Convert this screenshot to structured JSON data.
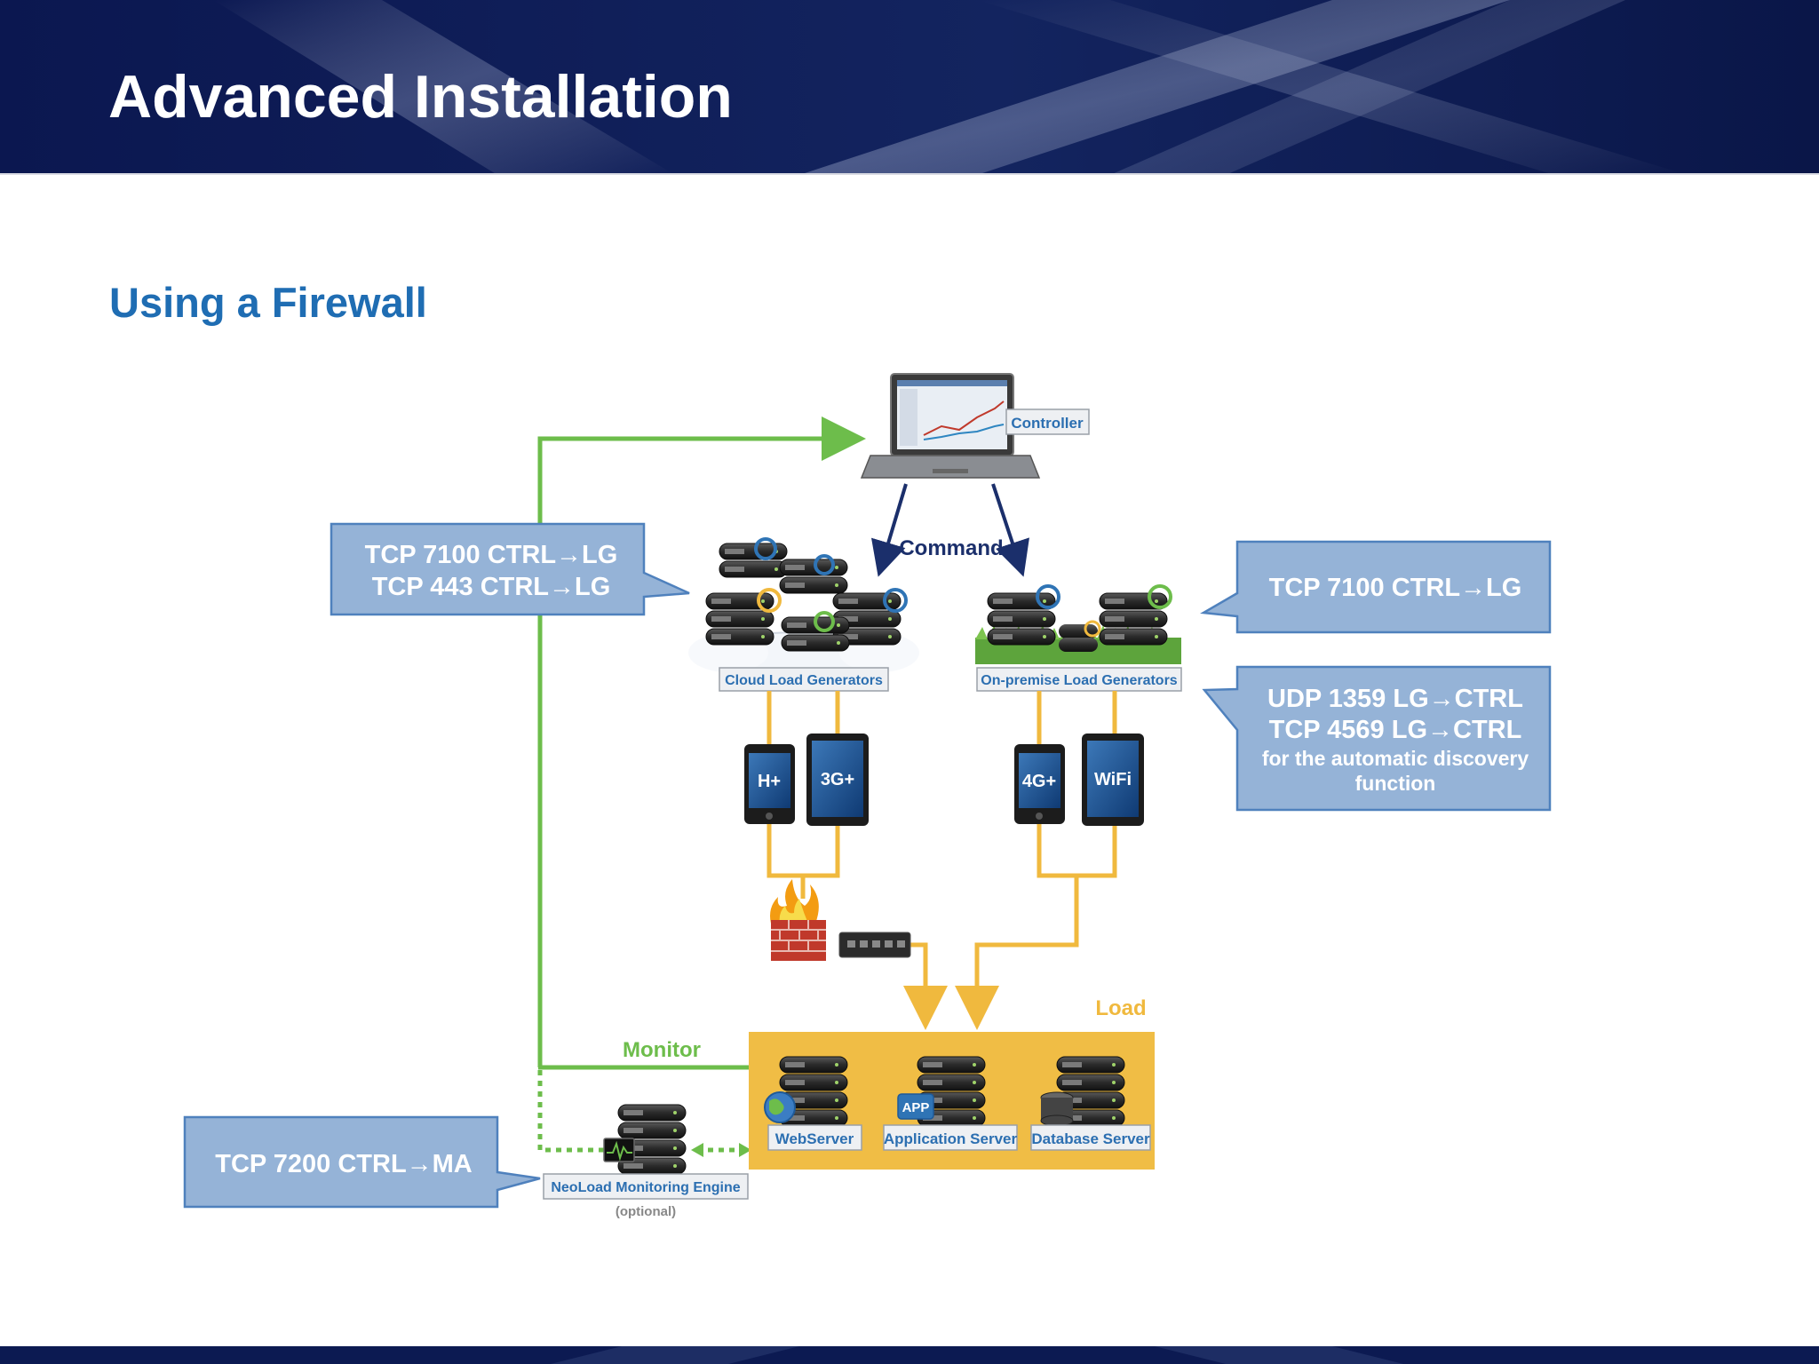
{
  "slide": {
    "title": "Advanced Installation",
    "subtitle": "Using a Firewall"
  },
  "diagram": {
    "controller_label": "Controller",
    "command_label": "Command",
    "cloud_lg_label": "Cloud Load Generators",
    "onprem_lg_label": "On-premise Load Generators",
    "devices": [
      "H+",
      "3G+",
      "4G+",
      "WiFi"
    ],
    "load_label": "Load",
    "monitor_label": "Monitor",
    "servers": [
      "WebServer",
      "Application Server",
      "Database Server"
    ],
    "app_badge": "APP",
    "monitoring_engine_label": "NeoLoad Monitoring Engine",
    "monitoring_engine_note": "(optional)"
  },
  "callouts": {
    "left_top": [
      "TCP 7100 CTRL→LG",
      "TCP 443 CTRL→LG"
    ],
    "right_top": [
      "TCP 7100 CTRL→LG"
    ],
    "right_mid": [
      "UDP 1359 LG→CTRL",
      "TCP 4569 LG→CTRL"
    ],
    "right_mid_note": [
      "for the automatic discovery",
      "function"
    ],
    "left_bottom": [
      "TCP 7200 CTRL→MA"
    ]
  },
  "colors": {
    "navy": "#0c1a52",
    "title_blue": "#1f6db3",
    "callout_fill": "#95b3d7",
    "callout_border": "#4f81bd",
    "green_line": "#6dbd4b",
    "yellow_line": "#f0b93e",
    "load_box": "#f0bd45"
  }
}
